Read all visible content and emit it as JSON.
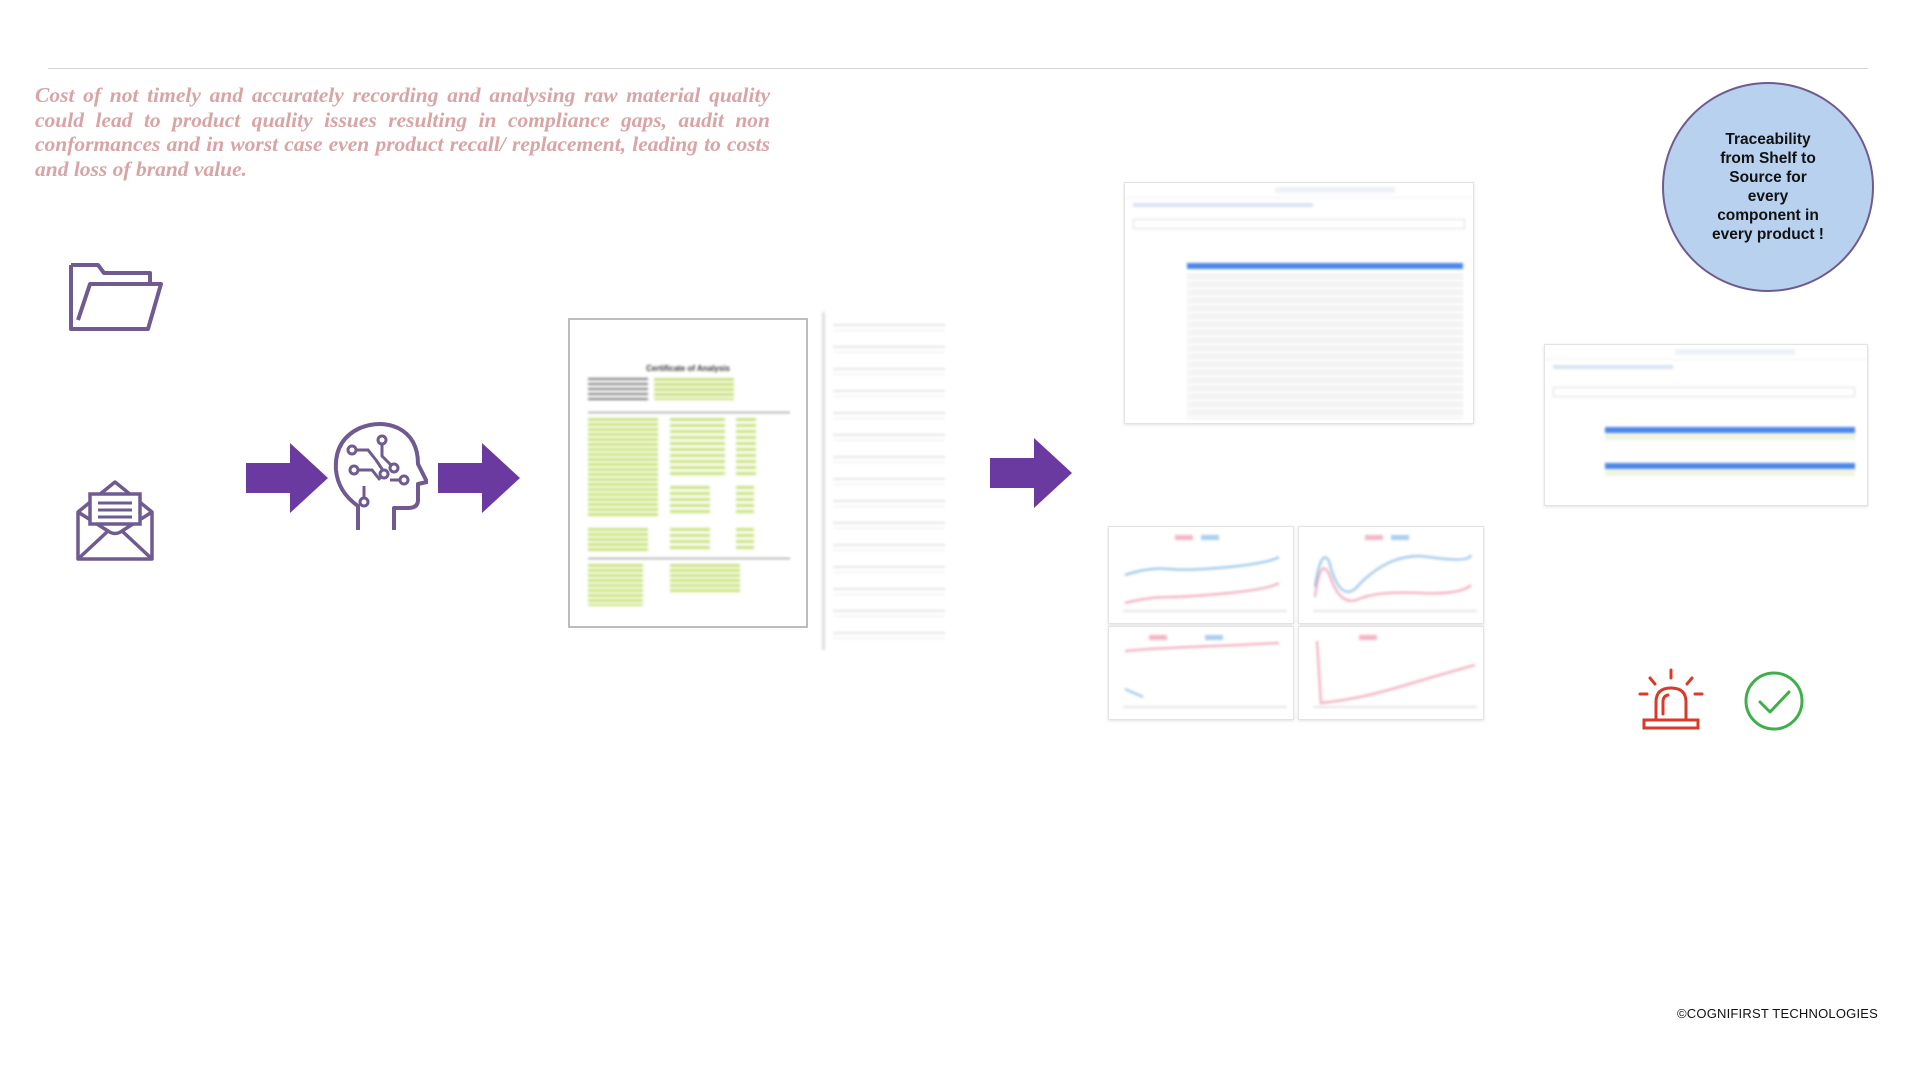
{
  "intro_text": "Cost of not timely and accurately recording and analysing raw material quality could lead to product quality issues resulting in compliance gaps, audit non conformances and in worst case even product recall/ replacement, leading to costs and loss of brand value.",
  "traceability_text": "Traceability from Shelf to Source  for every component in every product !",
  "coa_title": "Certificate of Analysis",
  "copyright": "©COGNIFIRST TECHNOLOGIES",
  "colors": {
    "arrow": "#6b3aa0",
    "icon_stroke": "#6f5b8f",
    "alarm": "#d93a2a",
    "check": "#3faf49",
    "circle_fill": "#b7d1ef"
  },
  "icons": [
    "folder-icon",
    "envelope-icon",
    "ai-brain-icon",
    "arrow-right-icon",
    "alarm-icon",
    "check-icon"
  ]
}
